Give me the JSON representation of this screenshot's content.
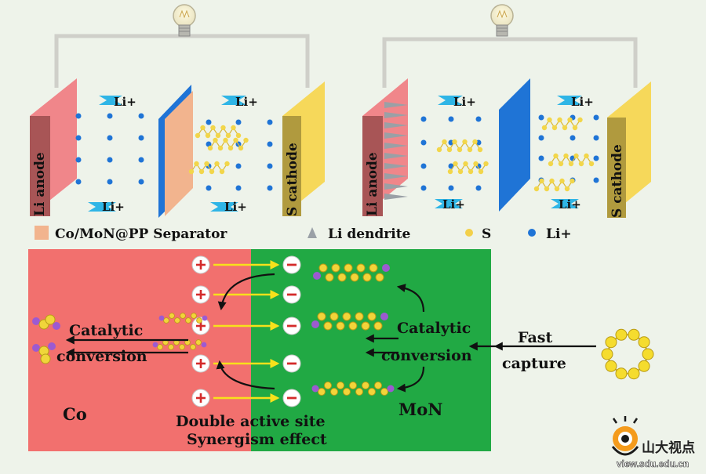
{
  "top": {
    "left_cell": {
      "anode_label": "Li anode",
      "cathode_label": "S cathode",
      "li_ion_label": "Li+"
    },
    "right_cell": {
      "anode_label": "Li anode",
      "cathode_label": "S cathode",
      "li_ion_label": "Li+"
    }
  },
  "legend": {
    "items": [
      {
        "label": "Co/MoN@PP Separator",
        "color": "#f2b48e"
      },
      {
        "label": "Li dendrite",
        "color": "#9aa0a6"
      },
      {
        "label": "S",
        "color": "#f3d04a"
      },
      {
        "label": "Li+",
        "color": "#1f74d6"
      }
    ]
  },
  "mechanism": {
    "co_label": "Co",
    "mon_label": "MoN",
    "left_catalytic_line1": "Catalytic",
    "left_catalytic_line2": "conversion",
    "right_catalytic_line1": "Catalytic",
    "right_catalytic_line2": "conversion",
    "fast_line1": "Fast",
    "fast_line2": "capture",
    "double_line1": "Double active site",
    "double_line2": "Synergism effect",
    "colors": {
      "co": "#f2706e",
      "mon": "#21a944"
    }
  },
  "watermark": {
    "cn_text": "山大视点",
    "url_text": "view.sdu.edu.cn"
  }
}
